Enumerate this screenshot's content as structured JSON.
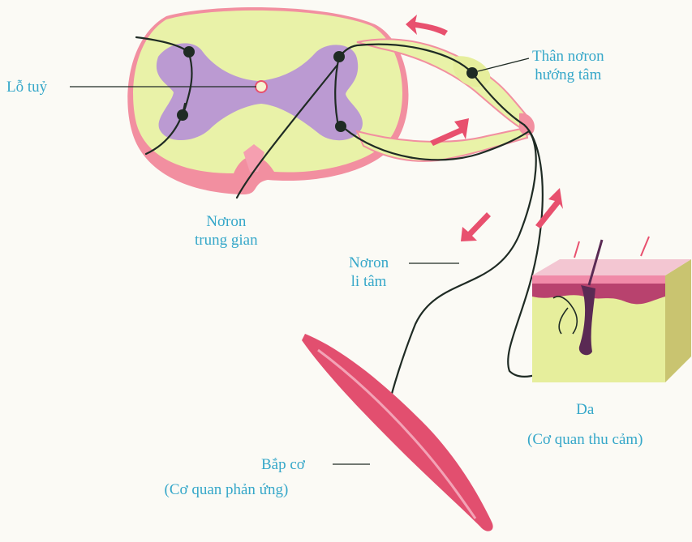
{
  "labels": {
    "lo_tuy": "Lỗ tuỷ",
    "than_noron": "Thân nơron",
    "huong_tam": "hướng tâm",
    "noron_trung_gian_1": "Nơron",
    "noron_trung_gian_2": "trung gian",
    "noron_li_tam_1": "Nơron",
    "noron_li_tam_2": "li tâm",
    "da": "Da",
    "da_sub": "(Cơ quan thu cảm)",
    "bap_co": "Bắp cơ",
    "bap_co_sub": "(Cơ quan phản ứng)"
  },
  "colors": {
    "label": "#35a7c9",
    "white_matter": "#e9f2a8",
    "gray_matter": "#bb9ad2",
    "pink_rim": "#f08a9c",
    "arrow": "#e8506e",
    "muscle": "#e24f6f",
    "nerve": "#1f2b24",
    "skin_layer": "#b8426e"
  }
}
